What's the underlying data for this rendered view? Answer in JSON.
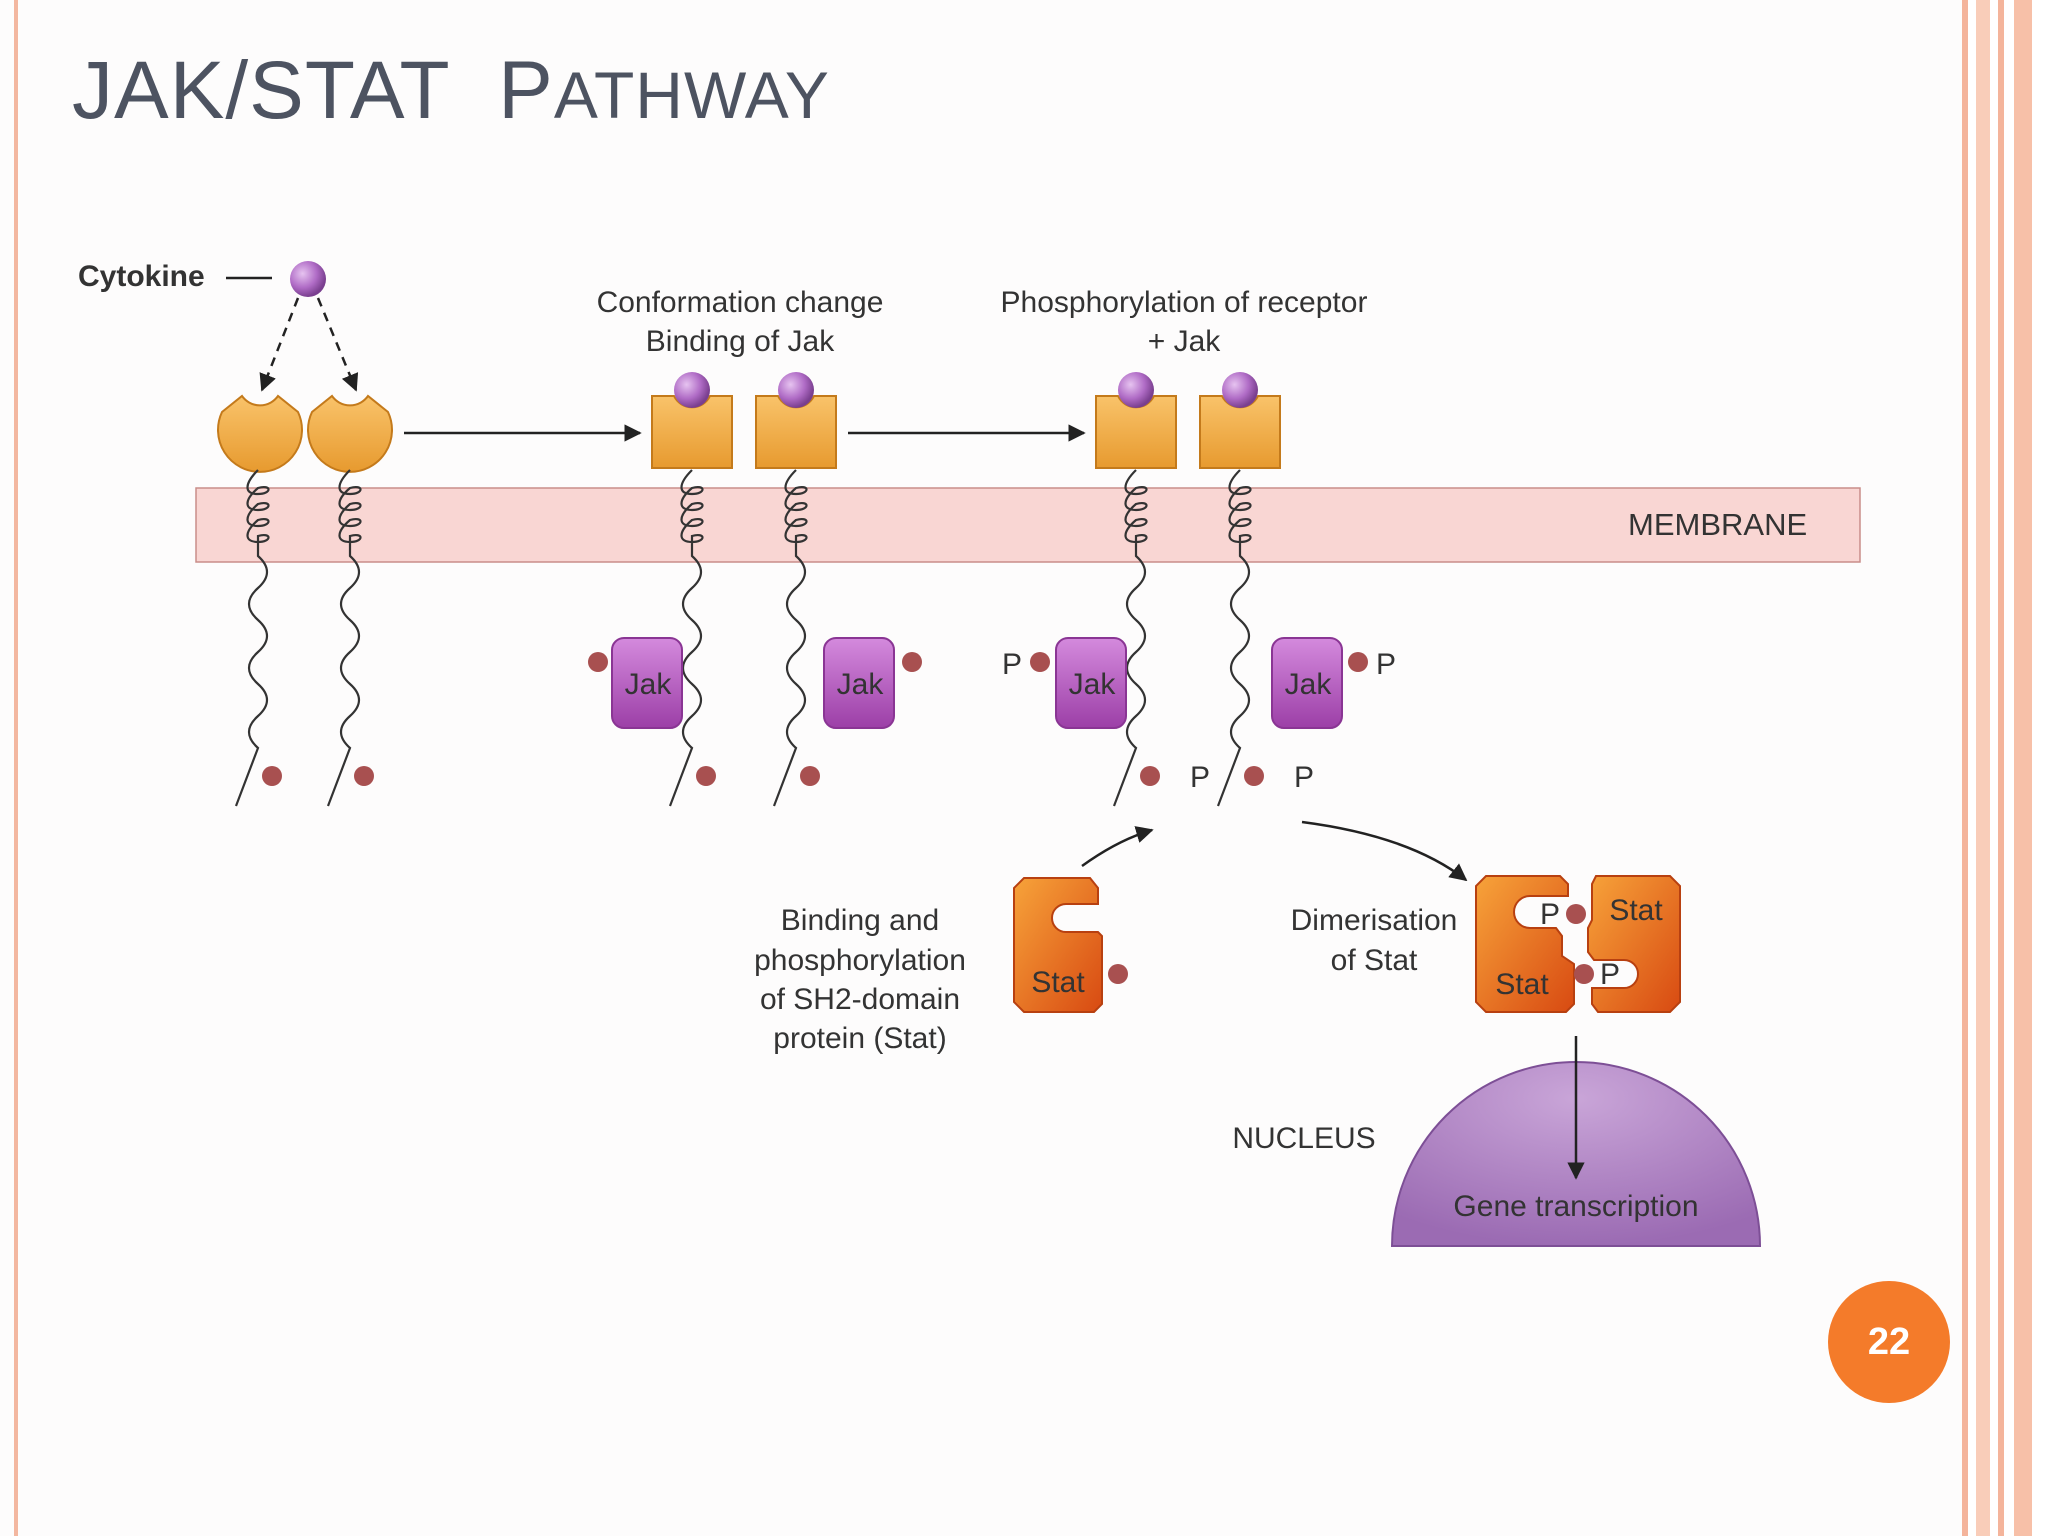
{
  "slide": {
    "title_first": "JAK/STAT",
    "title_second_initial": "P",
    "title_second_rest": "ATHWAY",
    "page_number": "22"
  },
  "diagram": {
    "cytokine_label": "Cytokine",
    "step2_line1": "Conformation change",
    "step2_line2": "Binding of Jak",
    "step3_line1": "Phosphorylation of receptor",
    "step3_line2": "+ Jak",
    "membrane_label": "MEMBRANE",
    "jak_label": "Jak",
    "phosphate_label": "P",
    "stat_label": "Stat",
    "binding_line1": "Binding and",
    "binding_line2": "phosphorylation",
    "binding_line3": "of SH2-domain",
    "binding_line4": "protein (Stat)",
    "dimer_line1": "Dimerisation",
    "dimer_line2": "of Stat",
    "nucleus_label": "NUCLEUS",
    "gene_label": "Gene transcription"
  },
  "colors": {
    "title": "#4d5361",
    "accent_orange": "#f47b2a",
    "rail_salmon": "#f6b9a0",
    "membrane": "#f9d6d3",
    "receptor_orange": "#f5a23a",
    "jak_purple": "#b65bc0",
    "cytokine_purple": "#b06cc6",
    "phosphate": "#a85050",
    "stat_orange": "#e9671a",
    "nucleus": "#a97cbd"
  }
}
